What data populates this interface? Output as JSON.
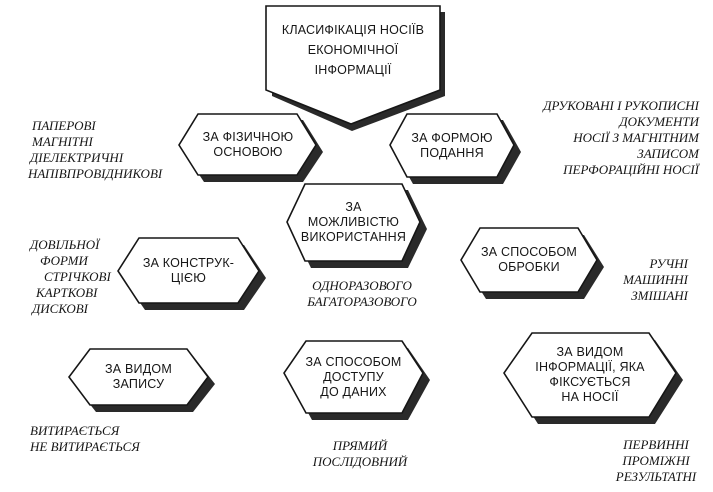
{
  "title": {
    "lines": [
      "КЛАСИФІКАЦІЯ НОСІЇВ",
      "ЕКОНОМІЧНОЇ",
      "ІНФОРМАЦІЇ"
    ]
  },
  "categories": {
    "physical": {
      "lines": [
        "ЗА ФІЗИЧНОЮ",
        "ОСНОВОЮ"
      ]
    },
    "form": {
      "lines": [
        "ЗА ФОРМОЮ",
        "ПОДАННЯ"
      ]
    },
    "usage": {
      "lines": [
        "ЗА",
        "МОЖЛИВІСТЮ",
        "ВИКОРИСТАННЯ"
      ]
    },
    "construction": {
      "lines": [
        "ЗА КОНСТРУК-",
        "ЦІЄЮ"
      ]
    },
    "processing": {
      "lines": [
        "ЗА СПОСОБОМ",
        "ОБРОБКИ"
      ]
    },
    "recording": {
      "lines": [
        "ЗА ВИДОМ",
        "ЗАПИСУ"
      ]
    },
    "access": {
      "lines": [
        "ЗА СПОСОБОМ",
        "ДОСТУПУ",
        "ДО ДАНИХ"
      ]
    },
    "info_type": {
      "lines": [
        "ЗА ВИДОМ",
        "ІНФОРМАЦІЇ, ЯКА",
        "ФІКСУЄТЬСЯ",
        "НА НОСІЇ"
      ]
    }
  },
  "notes": {
    "physical": [
      "ПАПЕРОВІ",
      "МАГНІТНІ",
      "ДІЕЛЕКТРИЧНІ",
      "НАПІВПРОВІДНИКОВІ"
    ],
    "form": [
      "ДРУКОВАНІ І РУКОПИСНІ",
      "ДОКУМЕНТИ",
      "НОСІЇ З МАГНІТНИМ",
      "ЗАПИСОМ",
      "ПЕРФОРАЦІЙНІ НОСІЇ"
    ],
    "construction": [
      "ДОВІЛЬНОЇ",
      "ФОРМИ",
      "СТРІЧКОВІ",
      "КАРТКОВІ",
      "ДИСКОВІ"
    ],
    "usage": [
      "ОДНОРАЗОВОГО",
      "БАГАТОРАЗОВОГО"
    ],
    "processing": [
      "РУЧНІ",
      "МАШИННІ",
      "ЗМІШАНІ"
    ],
    "recording": [
      "ВИТИРАЄТЬСЯ",
      "НЕ ВИТИРАЄТЬСЯ"
    ],
    "access": [
      "ПРЯМИЙ",
      "ПОСЛІДОВНИЙ"
    ],
    "info_type": [
      "ПЕРВИННІ",
      "ПРОМІЖНІ",
      "РЕЗУЛЬТАТНІ"
    ]
  }
}
